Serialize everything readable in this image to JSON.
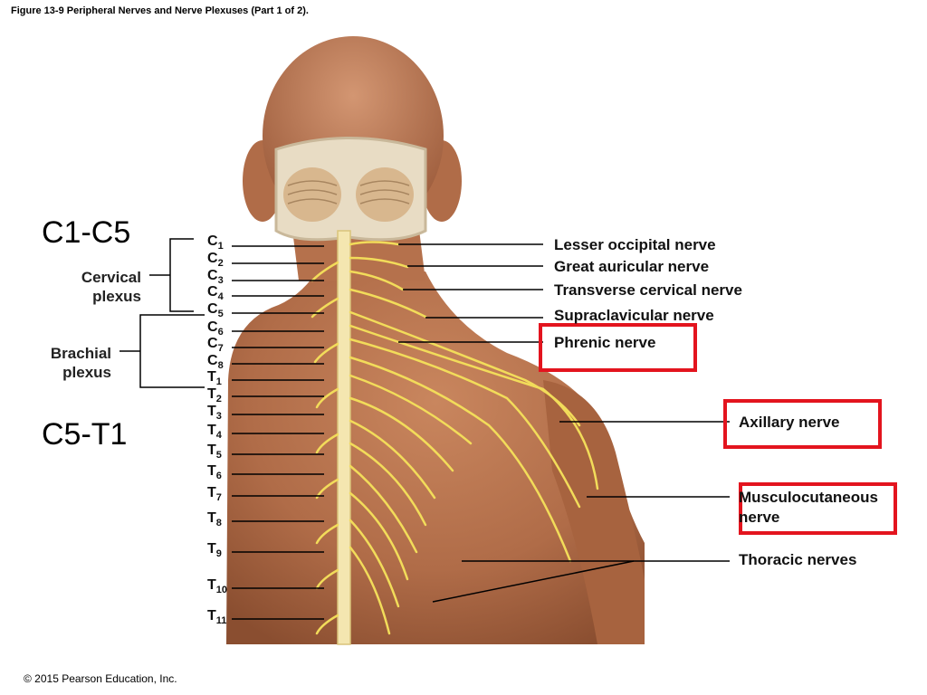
{
  "caption": "Figure 13-9 Peripheral Nerves and Nerve Plexuses (Part 1 of 2).",
  "copyright": "© 2015 Pearson Education, Inc.",
  "range_labels": {
    "cervical_range": "C1-C5",
    "brachial_range": "C5-T1"
  },
  "groups": {
    "cervical": "Cervical plexus",
    "brachial": "Brachial plexus"
  },
  "segments": [
    {
      "letter": "C",
      "num": "1"
    },
    {
      "letter": "C",
      "num": "2"
    },
    {
      "letter": "C",
      "num": "3"
    },
    {
      "letter": "C",
      "num": "4"
    },
    {
      "letter": "C",
      "num": "5"
    },
    {
      "letter": "C",
      "num": "6"
    },
    {
      "letter": "C",
      "num": "7"
    },
    {
      "letter": "C",
      "num": "8"
    },
    {
      "letter": "T",
      "num": "1"
    },
    {
      "letter": "T",
      "num": "2"
    },
    {
      "letter": "T",
      "num": "3"
    },
    {
      "letter": "T",
      "num": "4"
    },
    {
      "letter": "T",
      "num": "5"
    },
    {
      "letter": "T",
      "num": "6"
    },
    {
      "letter": "T",
      "num": "7"
    },
    {
      "letter": "T",
      "num": "8"
    },
    {
      "letter": "T",
      "num": "9"
    },
    {
      "letter": "T",
      "num": "10"
    },
    {
      "letter": "T",
      "num": "11"
    }
  ],
  "nerves": {
    "lesser_occipital": "Lesser occipital nerve",
    "great_auricular": "Great auricular nerve",
    "transverse_cervical": "Transverse cervical nerve",
    "supraclavicular": "Supraclavicular nerve",
    "phrenic": "Phrenic nerve",
    "axillary": "Axillary nerve",
    "musculocutaneous_line1": "Musculocutaneous",
    "musculocutaneous_line2": "nerve",
    "thoracic": "Thoracic nerves"
  },
  "colors": {
    "highlight_box": "#e3141e",
    "nerve": "#f2dc5a",
    "skin": "#b8744f"
  }
}
